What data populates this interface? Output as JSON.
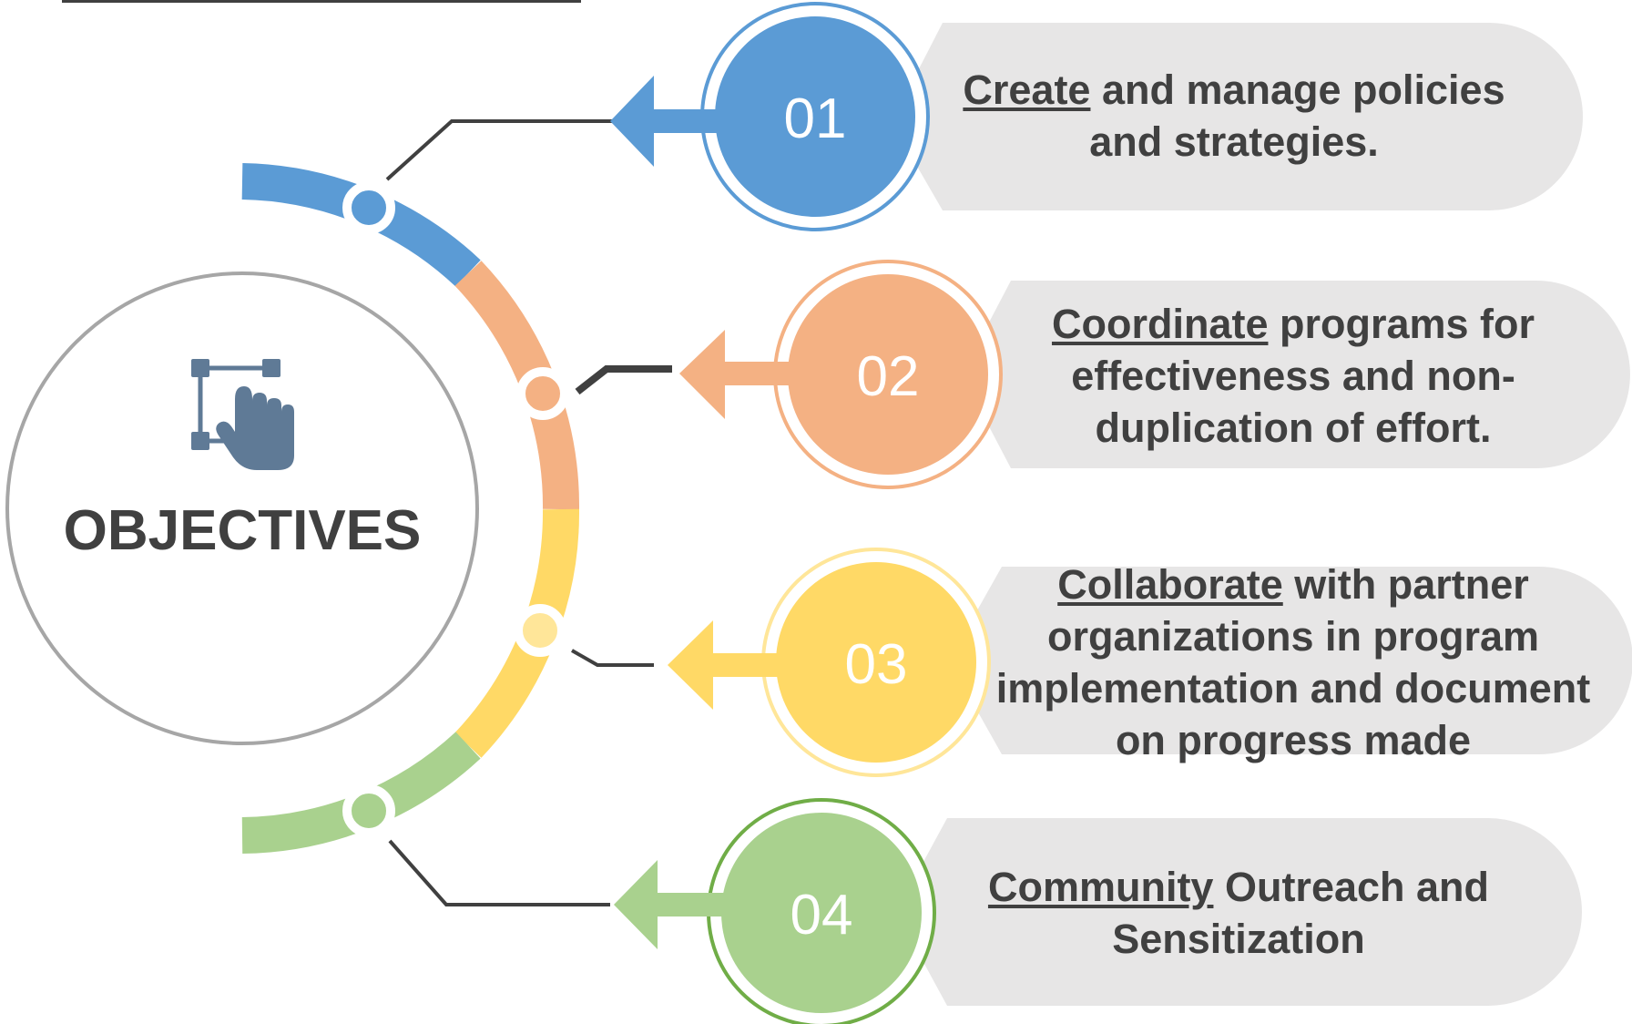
{
  "center": {
    "title": "OBJECTIVES",
    "icon": "touch-select-icon"
  },
  "colors": {
    "blue": "#5b9bd5",
    "orange": "#f4b183",
    "yellow": "#ffd966",
    "green": "#a9d18e",
    "bubble": "#e7e6e6",
    "text": "#404040",
    "icon": "#5f7a96",
    "ring": "#a6a6a6"
  },
  "objectives": [
    {
      "number": "01",
      "keyword": "Create",
      "rest": " and manage policies and strategies.",
      "color": "#5b9bd5",
      "ring": "#5b9bd5"
    },
    {
      "number": "02",
      "keyword": "Coordinate",
      "rest": " programs for effectiveness and non-duplication of effort.",
      "color": "#f4b183",
      "ring": "#f4b183"
    },
    {
      "number": "03",
      "keyword": "Collaborate",
      "rest": " with partner organizations in program implementation and document on progress made",
      "color": "#ffd966",
      "ring": "#ffe699"
    },
    {
      "number": "04",
      "keyword": "Community",
      "rest": " Outreach and Sensitization",
      "color": "#a9d18e",
      "ring": "#70ad47"
    }
  ]
}
